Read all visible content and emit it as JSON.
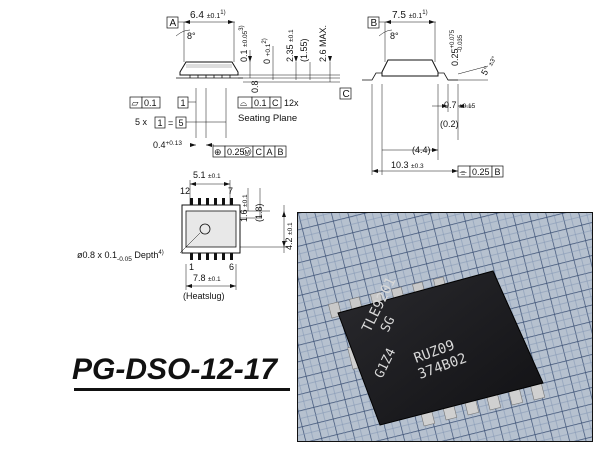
{
  "package_name": "PG-DSO-12-17",
  "side_view": {
    "datum": "A",
    "body_width": "6.4",
    "body_width_tol": "±0.1",
    "body_width_note": "1)",
    "angle": "8°",
    "standoff": "0.1",
    "standoff_tol": "±0.05",
    "standoff_note": "3)",
    "zero_dim": "0",
    "zero_tol": "+0.1",
    "zero_note": "2)",
    "height_body": "2.35",
    "height_body_tol": "±0.1",
    "height_ref": "(1.55)",
    "height_max": "2.6 MAX.",
    "lead_len": "0.8",
    "coplanarity_label": "0.1",
    "coplanarity_ref": "C",
    "coplanarity_count": "12x",
    "seating_plane": "Seating Plane",
    "datum_c": "C",
    "flatness_sym": "▱",
    "flatness_val": "0.1",
    "pitch_ref": "1",
    "pitch_expr_left": "5 x",
    "pitch_expr_mid": "1",
    "pitch_expr_right": "5",
    "lead_width": "0.4",
    "lead_width_tol": "+0.13",
    "position_tol": "0.25",
    "position_mod": "M",
    "position_refs": [
      "C",
      "A",
      "B"
    ]
  },
  "end_view": {
    "datum": "B",
    "body_width": "7.5",
    "body_width_tol": "±0.1",
    "body_width_note": "1)",
    "angle": "8°",
    "lead_thk": "0.25",
    "lead_thk_tol_plus": "+0.075",
    "lead_thk_tol_minus": "-0.035",
    "lead_angle": "5°",
    "lead_angle_tol": "±3°",
    "foot_len": "0.7",
    "foot_len_tol": "±0.15",
    "foot_ref": "(0.2)",
    "inner_ref": "(4.4)",
    "overall": "10.3",
    "overall_tol": "±0.3",
    "symmetry_val": "0.25",
    "symmetry_ref": "B"
  },
  "bottom_view": {
    "slug_width": "5.1",
    "slug_width_tol": "±0.1",
    "pin12": "12",
    "pin7": "7",
    "pin1": "1",
    "pin6": "6",
    "slug_offset": "1.6",
    "slug_offset_tol": "±0.1",
    "slug_ref": "(1.8)",
    "slug_height": "4.2",
    "slug_height_tol": "±0.1",
    "dimple": "ø0.8 x 0.1",
    "dimple_tol": "-0.05",
    "dimple_depth": "Depth",
    "dimple_note": "4)",
    "slug_length": "7.8",
    "slug_length_tol": "±0.1",
    "heatslug_label": "(Heatslug)"
  },
  "photo": {
    "marking_line1": "TLE9201",
    "marking_line2": "SG",
    "marking_line3": "G1Z4",
    "marking_line4": "RUZ09",
    "marking_line5": "374B02"
  }
}
